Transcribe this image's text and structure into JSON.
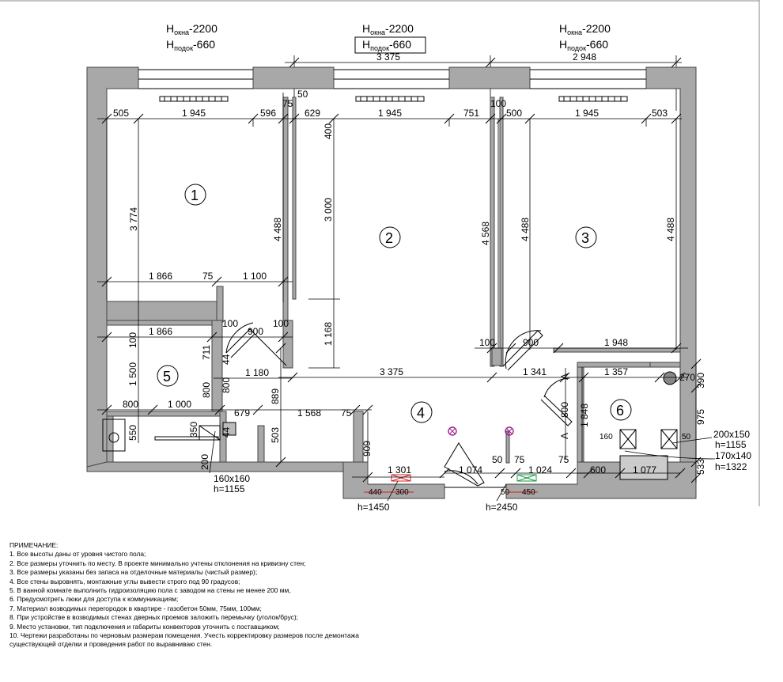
{
  "headers": [
    {
      "window_label": "Н",
      "window_sub": "окна",
      "window_value": "-2200",
      "sill_label": "Н",
      "sill_sub": "подок",
      "sill_value": "-660"
    },
    {
      "window_label": "Н",
      "window_sub": "окна",
      "window_value": "-2200",
      "sill_label": "Н",
      "sill_sub": "подок",
      "sill_value": "-660"
    },
    {
      "window_label": "Н",
      "window_sub": "окна",
      "window_value": "-2200",
      "sill_label": "Н",
      "sill_sub": "подок",
      "sill_value": "-660"
    }
  ],
  "rooms": [
    "1",
    "2",
    "3",
    "4",
    "5",
    "6"
  ],
  "dimensions": {
    "top_overall_2": "3 375",
    "top_overall_3": "2 948",
    "wall_50": "50",
    "wall_75": "75",
    "wall_100": "100",
    "r1_left": "505",
    "r1_window": "1 945",
    "r1_right": "596",
    "r2_left": "629",
    "r2_window": "1 945",
    "r2_right": "751",
    "r3_left": "500",
    "r3_window": "1 945",
    "r3_right": "503",
    "r1_height": "3 774",
    "r1_height_r": "4 488",
    "r2_top": "400",
    "r2_height": "3 000",
    "r2_mid": "1 168",
    "r2_height_r": "4 568",
    "r3_height_l": "4 488",
    "r3_height_r": "4 488",
    "r1_bottom_a": "1 866",
    "r1_bottom_b": "75",
    "r1_bottom_c": "1 100",
    "corr_100a": "100",
    "corr_100b": "100",
    "r5_top": "1 866",
    "r5_100": "100",
    "r5_h": "1 500",
    "r5_711": "711",
    "door_900a": "900",
    "door_44a": "44",
    "door_1180": "1 180",
    "d_800a": "800",
    "d_800b": "800",
    "d_889": "889",
    "r3_100": "100",
    "door_900b": "900",
    "r3_bottom": "1 948",
    "corr_3375": "3 375",
    "corr_1341": "1 341",
    "r6_1357": "1 357",
    "r6_270": "270",
    "r6_390": "390",
    "r6_800": "800",
    "r6_1848": "1 848",
    "bath_800": "800",
    "bath_1000": "1 000",
    "bath_550": "550",
    "bath_350": "350",
    "bath_44": "44",
    "b_679": "679",
    "b_1568": "1 568",
    "b_75": "75",
    "b_503": "503",
    "b_200": "200",
    "h_909": "909",
    "h_1301": "1 301",
    "h_1074": "1 074",
    "h_50": "50",
    "h_75a": "75",
    "h_1024": "1 024",
    "h_75b": "75",
    "r6_600": "600",
    "r6_1077": "1 077",
    "r6_975": "975",
    "r6_533": "533",
    "rad_440": "440",
    "rad_300": "300",
    "rad_50": "50",
    "rad_450": "450",
    "mark_a1": "A",
    "mark_a2": "A",
    "r6_160": "160",
    "r6_50": "50"
  },
  "annotations": {
    "conv_left_size": "160x160",
    "conv_left_h": "h=1155",
    "conv_right1_size": "200x150",
    "conv_right1_h": "h=1155",
    "conv_right2_size": "170x140",
    "conv_right2_h": "h=1322",
    "rad1_h": "h=1450",
    "rad2_h": "h=2450"
  },
  "notes": {
    "title": "ПРИМЕЧАНИЕ:",
    "items": [
      "1. Все высоты даны от уровня чистого пола;",
      "2. Все размеры уточнить по месту. В проекте минимально учтены отклонения на кривизну стен;",
      "3. Все размеры указаны без запаса на отделочные материалы (чистый размер);",
      "4. Все стены выровнять, монтажные углы вывести строго под 90 градусов;",
      "5. В ванной комнате выполнить гидроизоляцию пола с заводом на стены не менее 200 мм,",
      "6. Предусмотреть люки для доступа к коммуникациям;",
      "7. Материал возводимых перегородок в квартире - газобетон 50мм, 75мм, 100мм;",
      "8. При устройстве в возводимых стенах дверных проемов заложить перемычку (уголок/брус);",
      "9. Место установки, тип подключения и габариты конвекторов уточнить с поставщиком;",
      "10. Чертежи разработаны по черновым размерам помещения. Учесть корректировку размеров после демонтажа",
      "существующей отделки и проведения работ по выравниваю стен."
    ]
  },
  "colors": {
    "wall": "#a8a8a8",
    "radiator_red": "#d62020",
    "radiator_green": "#1a9a40",
    "fixture_purple": "#a0208c"
  }
}
